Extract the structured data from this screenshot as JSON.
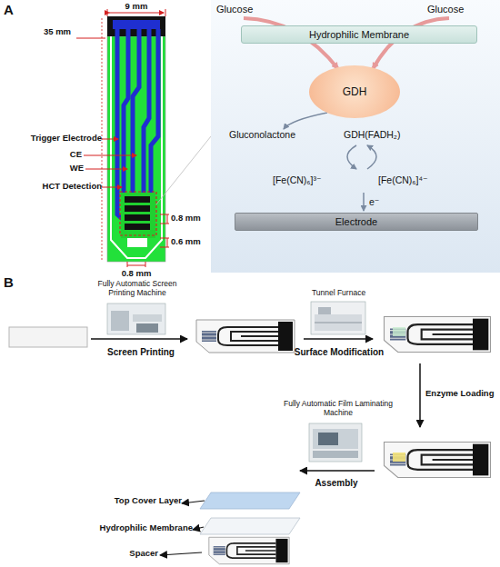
{
  "diagram": {
    "nodes": [
      {
        "text": [
          "Hydrophilic Membrane"
        ]
      },
      {
        "text": [
          "GDH"
        ]
      },
      {
        "text": [
          "Electrode"
        ]
      }
    ],
    "labels": [
      "A",
      "9 mm",
      "35 mm",
      "Trigger Electrode",
      "CE",
      "WE",
      "HCT Detection",
      "0.8 mm",
      "0.6 mm",
      "0.8 mm",
      "Glucose",
      "Glucose",
      "Gluconolactone",
      "GDH(FADH₂)",
      "[Fe(CN)₆]³⁻",
      "[Fe(CN)₆]⁴⁻",
      "e⁻",
      "B",
      "Fully Automatic Screen Printing Machine",
      "Screen Printing",
      "Tunnel Furnace",
      "Surface Modification",
      "Enzyme Loading",
      "Fully Automatic Film Laminating Machine",
      "Assembly",
      "Top Cover Layer",
      "Hydrophilic Membrane",
      "Spacer"
    ]
  }
}
